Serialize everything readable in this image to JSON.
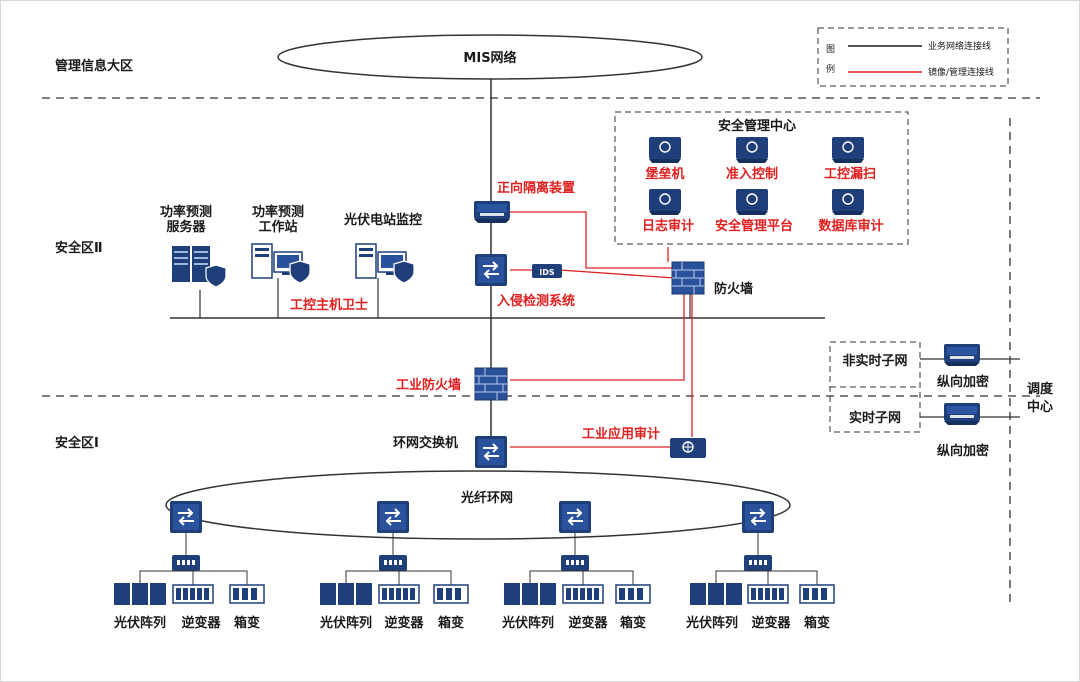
{
  "zones": {
    "mis_zone": "管理信息大区",
    "zone2": "安全区Ⅱ",
    "zone1": "安全区Ⅰ"
  },
  "mis_network": "MIS网络",
  "legend": {
    "title_line1": "图",
    "title_line2": "例",
    "business_line": "业务网络连接线",
    "mirror_line": "镜像/管理连接线",
    "business_color": "#1a1a1a",
    "mirror_color": "#e02020"
  },
  "security_center": {
    "title": "安全管理中心",
    "items": [
      "堡垒机",
      "准入控制",
      "工控漏扫",
      "日志审计",
      "安全管理平台",
      "数据库审计"
    ]
  },
  "zone2_devices": {
    "power_server_l1": "功率预测",
    "power_server_l2": "服务器",
    "power_ws_l1": "功率预测",
    "power_ws_l2": "工作站",
    "pv_monitor": "光伏电站监控",
    "host_guard": "工控主机卫士",
    "forward_isolation": "正向隔离装置",
    "ids_label": "IDS",
    "ids_system": "入侵检测系统",
    "firewall": "防火墙"
  },
  "zone1_devices": {
    "industrial_firewall": "工业防火墙",
    "ring_switch": "环网交换机",
    "industrial_audit": "工业应用审计",
    "fiber_ring": "光纤环网"
  },
  "dispatch": {
    "non_realtime": "非实时子网",
    "realtime": "实时子网",
    "vertical_enc_1": "纵向加密",
    "vertical_enc_2": "纵向加密",
    "center_l1": "调度",
    "center_l2": "中心"
  },
  "field_groups": [
    {
      "pv_array": "光伏阵列",
      "inverter": "逆变器",
      "box_transformer": "箱变"
    },
    {
      "pv_array": "光伏阵列",
      "inverter": "逆变器",
      "box_transformer": "箱变"
    },
    {
      "pv_array": "光伏阵列",
      "inverter": "逆变器",
      "box_transformer": "箱变"
    },
    {
      "pv_array": "光伏阵列",
      "inverter": "逆变器",
      "box_transformer": "箱变"
    }
  ]
}
